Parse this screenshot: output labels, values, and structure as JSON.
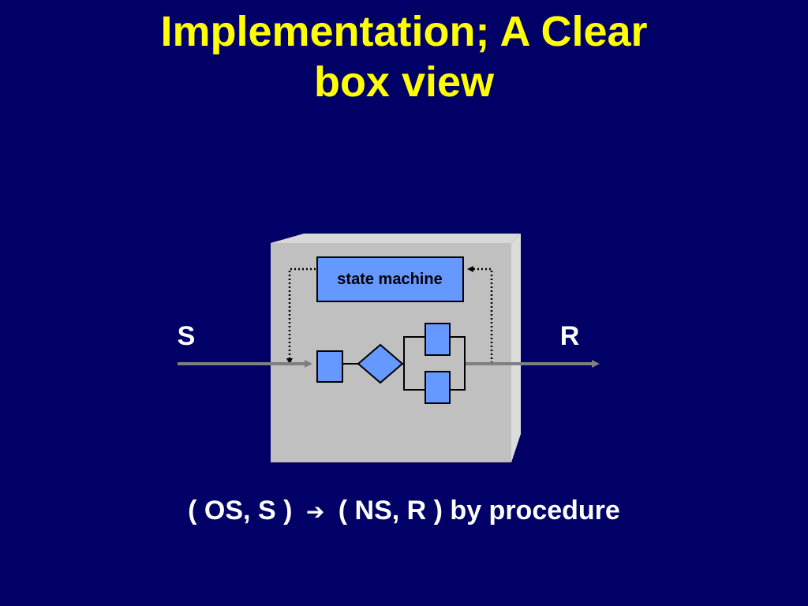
{
  "title": {
    "line1": "Implementation; A Clear",
    "line2": "box view"
  },
  "diagram": {
    "state_box_label": "state machine",
    "input_label": "S",
    "output_label": "R"
  },
  "caption": {
    "left": "( OS, S )",
    "arrow": "➔",
    "right": "( NS, R ) by procedure"
  },
  "colors": {
    "background": "#000066",
    "title": "#ffff00",
    "box_front": "#c0c0c0",
    "box_side": "#d8d8d8",
    "element_fill": "#6699ff",
    "arrow": "#7f7f7f"
  },
  "icons": [
    "right-arrow-icon"
  ]
}
